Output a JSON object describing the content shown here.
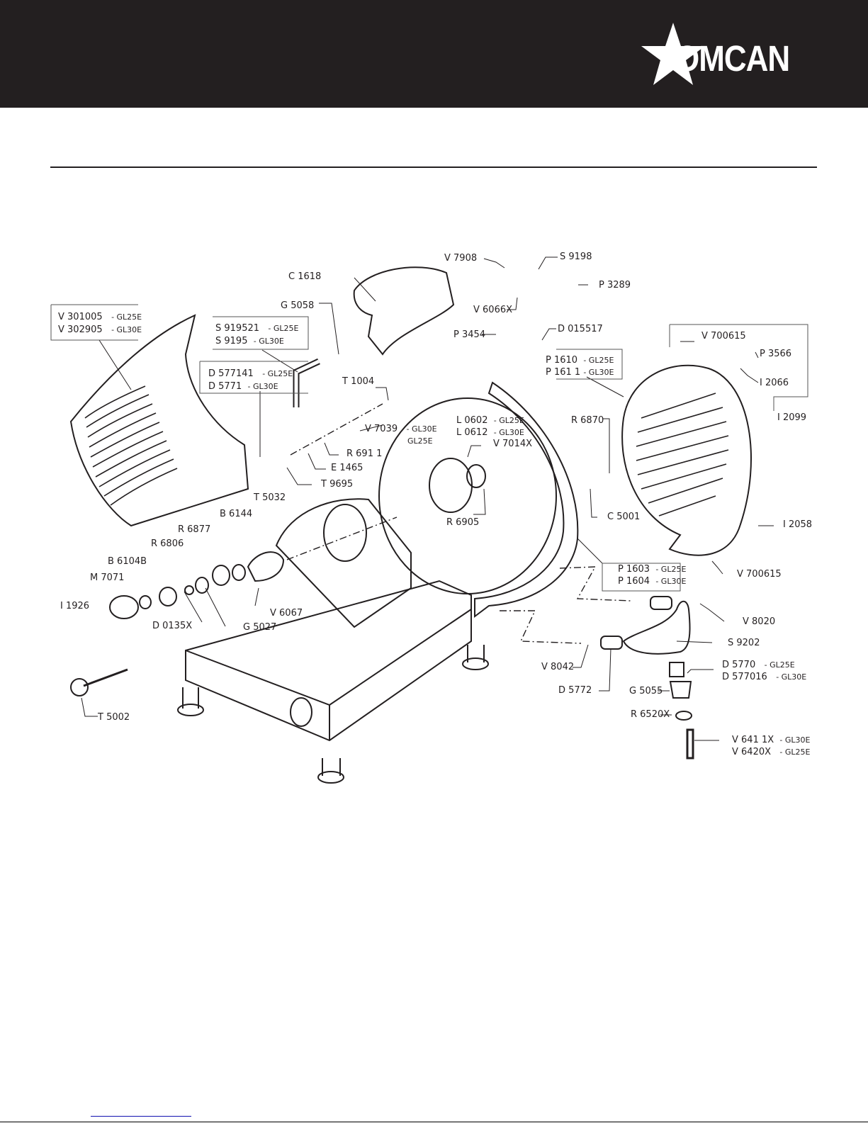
{
  "header": {
    "brand": "OMCAN",
    "logo_icon": "star-icon",
    "background_color": "#231f20"
  },
  "diagram": {
    "title": "Exploded parts diagram - meat slicer",
    "variants": [
      "GL25E",
      "GL30E"
    ],
    "callouts": {
      "v7908": "V 7908",
      "s9198": "S 9198",
      "p3289": "P 3289",
      "v6066x": "V 6066X",
      "c1618": "C 1618",
      "g5058": "G 5058",
      "v_a": "V 301005",
      "v_a_var": "- GL25E",
      "v_b": "V 302905",
      "v_b_var": "- GL30E",
      "s_a": "S 919521",
      "s_a_var": "- GL25E",
      "s_b": "S 9195",
      "s_b_var": "- GL30E",
      "d_a": "D 577141",
      "d_a_var": "- GL25E",
      "d_b": "D 5771",
      "d_b_var": "- GL30E",
      "p3454": "P 3454",
      "d015517": "D 015517",
      "p_a": "P 1610",
      "p_a_var": "- GL25E",
      "p_b": "P 161 1",
      "p_b_var": "- GL30E",
      "v700615_top": "V 700615",
      "p3566": "P 3566",
      "i2066": "I 2066",
      "i2099": "I 2099",
      "t1004": "T 1004",
      "l_a": "L 0602",
      "l_a_var": "- GL25E",
      "l_b": "L 0612",
      "l_b_var": "- GL30E",
      "v7039": "V 7039",
      "v7039_var1": "- GL30E",
      "v7039_var2": "GL25E",
      "r6911": "R 691 1",
      "e1465": "E 1465",
      "t9695": "T 9695",
      "v7014x": "V 7014X",
      "r6905": "R 6905",
      "r6870": "R 6870",
      "c5001": "C 5001",
      "i2058": "I 2058",
      "v700615_bottom": "V 700615",
      "p_c": "P 1603",
      "p_c_var": "- GL25E",
      "p_d": "P 1604",
      "p_d_var": "- GL30E",
      "t5032": "T 5032",
      "b6144": "B 6144",
      "r6877": "R 6877",
      "r6806": "R 6806",
      "b6104b": "B 6104B",
      "m7071": "M 7071",
      "i1926": "I 1926",
      "d0135x": "D 0135X",
      "g5027": "G 5027",
      "v6067": "V 6067",
      "t5002": "T 5002",
      "v8020": "V 8020",
      "s9202": "S 9202",
      "v8042": "V 8042",
      "d5772": "D 5772",
      "d_c": "D 5770",
      "d_c_var": "- GL25E",
      "d_d": "D 577016",
      "d_d_var": "- GL30E",
      "g5055": "G 5055",
      "r6520x": "R 6520X",
      "v_c": "V 641 1X",
      "v_c_var": "- GL30E",
      "v_d": "V 6420X",
      "v_d_var": "- GL25E"
    }
  }
}
